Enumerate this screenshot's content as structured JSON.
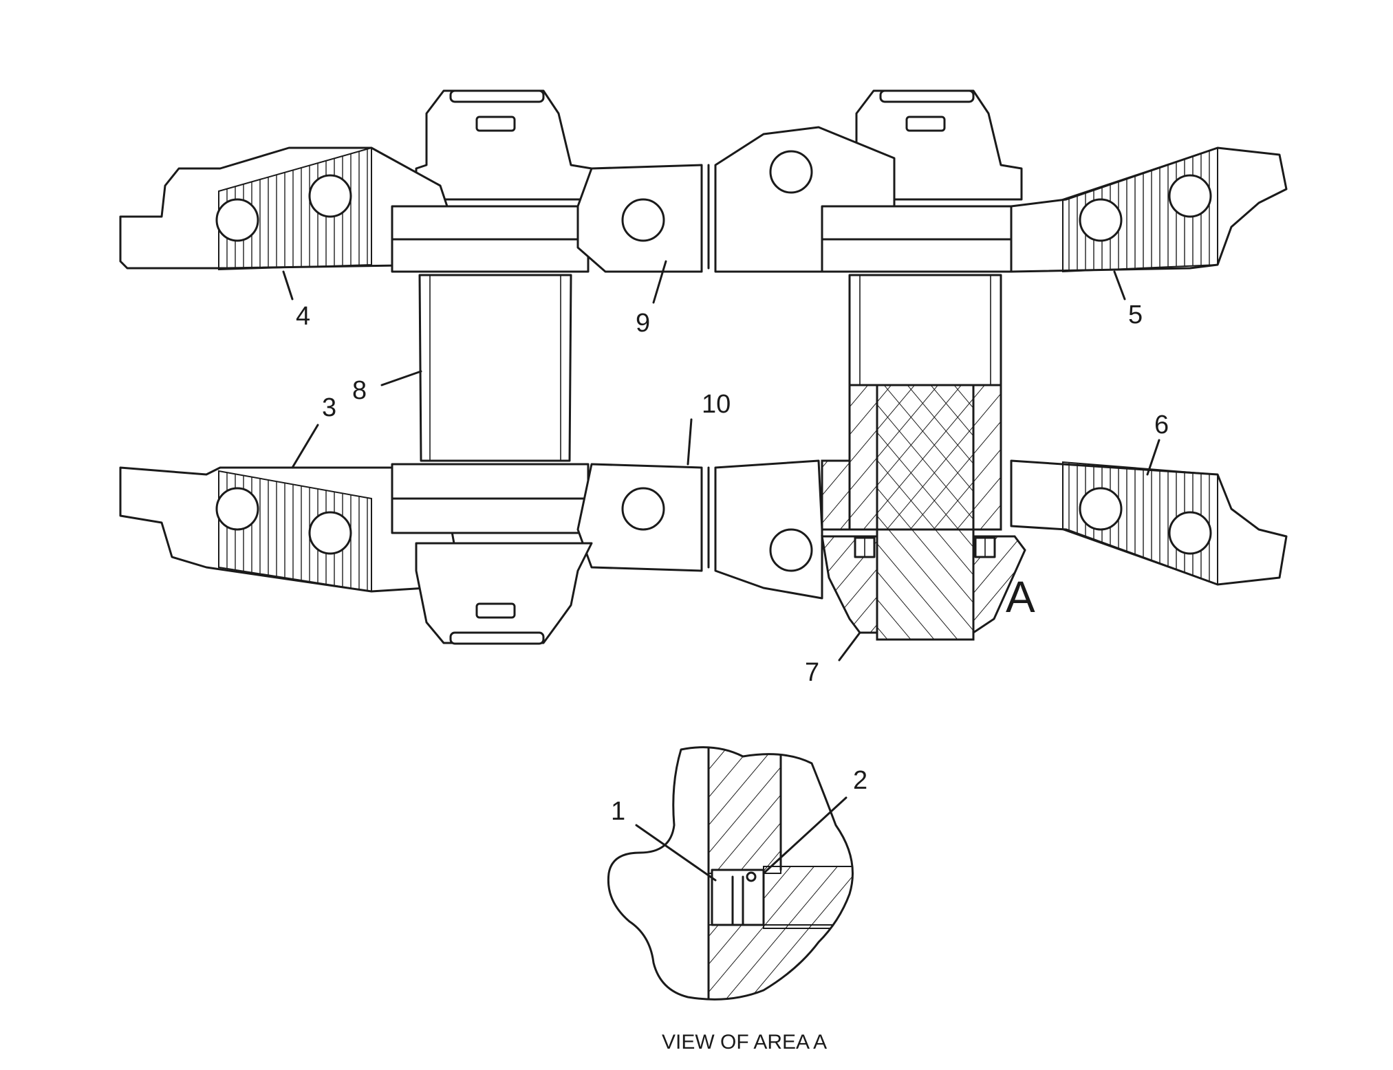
{
  "callouts": {
    "c1": "1",
    "c2": "2",
    "c3": "3",
    "c4": "4",
    "c5": "5",
    "c6": "6",
    "c7": "7",
    "c8": "8",
    "c9": "9",
    "c10": "10"
  },
  "area_marker": "A",
  "caption": "VIEW OF AREA A",
  "colors": {
    "line": "#1a1a1a",
    "background": "#ffffff"
  }
}
